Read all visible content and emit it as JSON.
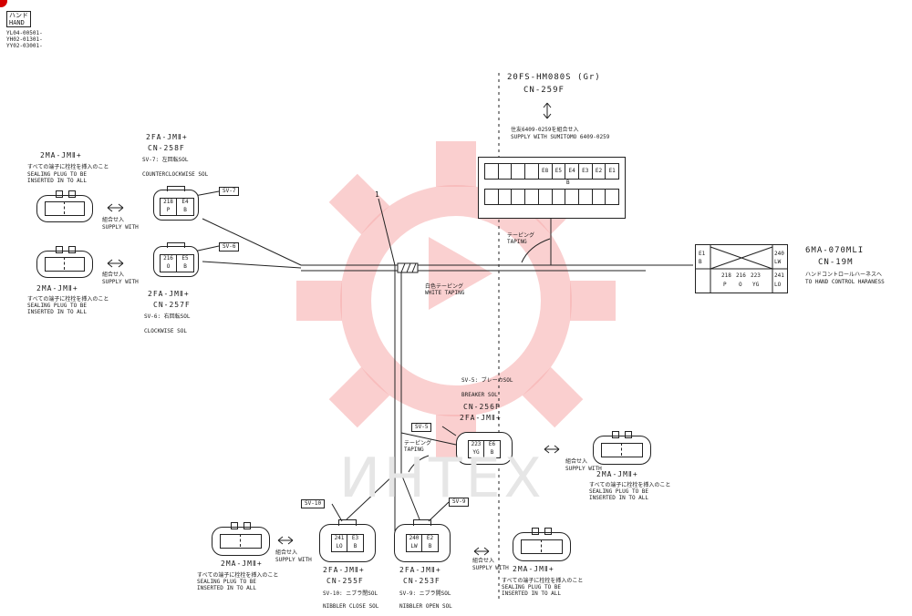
{
  "header": {
    "title_jp": "ハンド",
    "title_en": "HAND",
    "serials": [
      "YL04-00501-",
      "YH02-01301-",
      "YY02-03001-"
    ]
  },
  "conn_top": {
    "name": "20FS-HM080S (Gr)",
    "code": "CN-259F",
    "supply_jp": "住友6409-0259を組合せ入",
    "supply_en": "SUPPLY WITH SUMITOMO 6409-0259",
    "pins": [
      "E8",
      "E5",
      "E4",
      "E3",
      "E2",
      "E1"
    ],
    "b": "B",
    "taping_jp": "テーピング",
    "taping_en": "TAPING"
  },
  "conn_right": {
    "name": "6MA-070MLI",
    "code": "CN-19M",
    "desc_jp": "ハンドコントロールハーネスへ",
    "desc_en": "TO HAND CONTROL HARANESS",
    "row1": [
      "E1",
      "240"
    ],
    "row2": [
      "B",
      "LW"
    ],
    "row3": [
      "218",
      "216",
      "223",
      "241"
    ],
    "row4": [
      "P",
      "O",
      "YG",
      "LO"
    ]
  },
  "c258": {
    "name": "2FA-JMⅡ+",
    "code": "CN-258F",
    "sv": "SV-7",
    "desc_jp": "SV-7: 左回転SOL",
    "desc_en": "COUNTERCLOCKWISE SOL",
    "pin1": "218",
    "pin2": "E4",
    "col1": "P",
    "col2": "B"
  },
  "c257": {
    "name": "2FA-JMⅡ+",
    "code": "CN-257F",
    "sv": "SV-6",
    "desc_jp": "SV-6: 右回転SOL",
    "desc_en": "CLOCKWISE SOL",
    "pin1": "216",
    "pin2": "E5",
    "col1": "O",
    "col2": "B"
  },
  "c256": {
    "name": "2FA-JMⅡ+",
    "code": "CN-256F",
    "sv": "SV-5",
    "desc_jp": "SV-5: ブレーカSOL",
    "desc_en": "BREAKER SOL",
    "pin1": "223",
    "pin2": "E6",
    "col1": "YG",
    "col2": "B"
  },
  "c255": {
    "name": "2FA-JMⅡ+",
    "code": "CN-255F",
    "sv": "SV-10",
    "desc_jp": "SV-10: ニブラ閉SOL",
    "desc_en": "NIBBLER CLOSE SOL",
    "pin1": "241",
    "pin2": "E3",
    "col1": "LO",
    "col2": "B"
  },
  "c253": {
    "name": "2FA-JMⅡ+",
    "code": "CN-253F",
    "sv": "SV-9",
    "desc_jp": "SV-9: ニブラ開SOL",
    "desc_en": "NIBBLER OPEN SOL",
    "pin1": "240",
    "pin2": "E2",
    "col1": "LW",
    "col2": "B"
  },
  "plugs": {
    "name": "2MA-JMⅡ+",
    "sealing_jp": "すべての端子に栓栓を挿入のこと",
    "sealing_en1": "SEALING PLUG TO BE",
    "sealing_en2": "INSERTED IN TO ALL",
    "supply_jp": "組合せ入",
    "supply_en": "SUPPLY WITH"
  },
  "main_harness": {
    "white_taping_jp": "白色テーピング",
    "white_taping_en": "WHITE TAPING",
    "taping_jp": "テーピング",
    "taping_en": "TAPING",
    "ref": "1"
  },
  "watermark": "ИНТЕХ",
  "colors": {
    "line": "#222222",
    "watermark": "#f26b6b"
  }
}
